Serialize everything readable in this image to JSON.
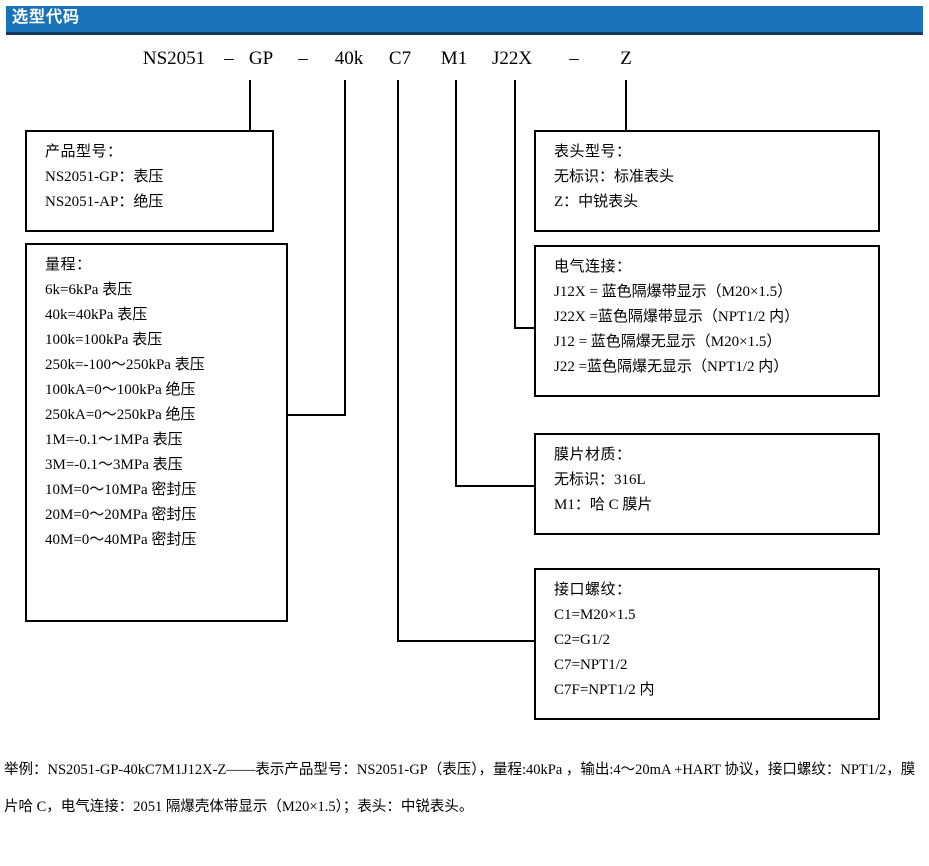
{
  "header": {
    "title": "选型代码",
    "bar_color": "#1a72b8",
    "underline_color": "#17375e",
    "text_color": "#ffffff"
  },
  "code_line": {
    "full_code": "NS2051 – GP – 40k C7 M1 J22X – Z",
    "segments": [
      {
        "text": "NS2051",
        "width": 88
      },
      {
        "text": "–",
        "width": 22
      },
      {
        "text": "GP",
        "width": 42
      },
      {
        "text": "–",
        "width": 42
      },
      {
        "text": "40k",
        "width": 50
      },
      {
        "text": "C7",
        "width": 52
      },
      {
        "text": "M1",
        "width": 56
      },
      {
        "text": "J22X",
        "width": 60
      },
      {
        "text": "–",
        "width": 64
      },
      {
        "text": "Z",
        "width": 40
      }
    ]
  },
  "boxes": {
    "product_model": {
      "title": "产品型号：",
      "lines": [
        "NS2051-GP：表压",
        "NS2051-AP：绝压"
      ]
    },
    "range": {
      "title": "量程：",
      "lines": [
        "6k=6kPa 表压",
        "40k=40kPa 表压",
        "100k=100kPa 表压",
        "250k=-100～250kPa 表压",
        "100kA=0～100kPa 绝压",
        "250kA=0～250kPa 绝压",
        "1M=-0.1～1MPa 表压",
        "3M=-0.1～3MPa 表压",
        "10M=0～10MPa 密封压",
        "20M=0～20MPa 密封压",
        "40M=0～40MPa 密封压"
      ]
    },
    "head_model": {
      "title": "表头型号：",
      "lines": [
        "无标识：标准表头",
        "Z：中锐表头"
      ]
    },
    "electrical_connection": {
      "title": "电气连接：",
      "lines": [
        "J12X =  蓝色隔爆带显示（M20×1.5）",
        "J22X =蓝色隔爆带显示（NPT1/2 内）",
        "J12 =  蓝色隔爆无显示（M20×1.5）",
        "J22 =蓝色隔爆无显示（NPT1/2 内）"
      ]
    },
    "diaphragm_material": {
      "title": "膜片材质：",
      "lines": [
        "无标识：316L",
        "M1：哈 C 膜片"
      ]
    },
    "interface_thread": {
      "title": "接口螺纹：",
      "lines": [
        "C1=M20×1.5",
        "C2=G1/2",
        "C7=NPT1/2",
        "C7F=NPT1/2 内"
      ]
    }
  },
  "footer": {
    "note": "举例：NS2051-GP-40kC7M1J12X-Z——表示产品型号：NS2051-GP（表压），量程:40kPa ，输出:4～20mA +HART 协议，接口螺纹：NPT1/2，膜片哈 C，电气连接：2051 隔爆壳体带显示（M20×1.5）；表头：中锐表头。"
  }
}
